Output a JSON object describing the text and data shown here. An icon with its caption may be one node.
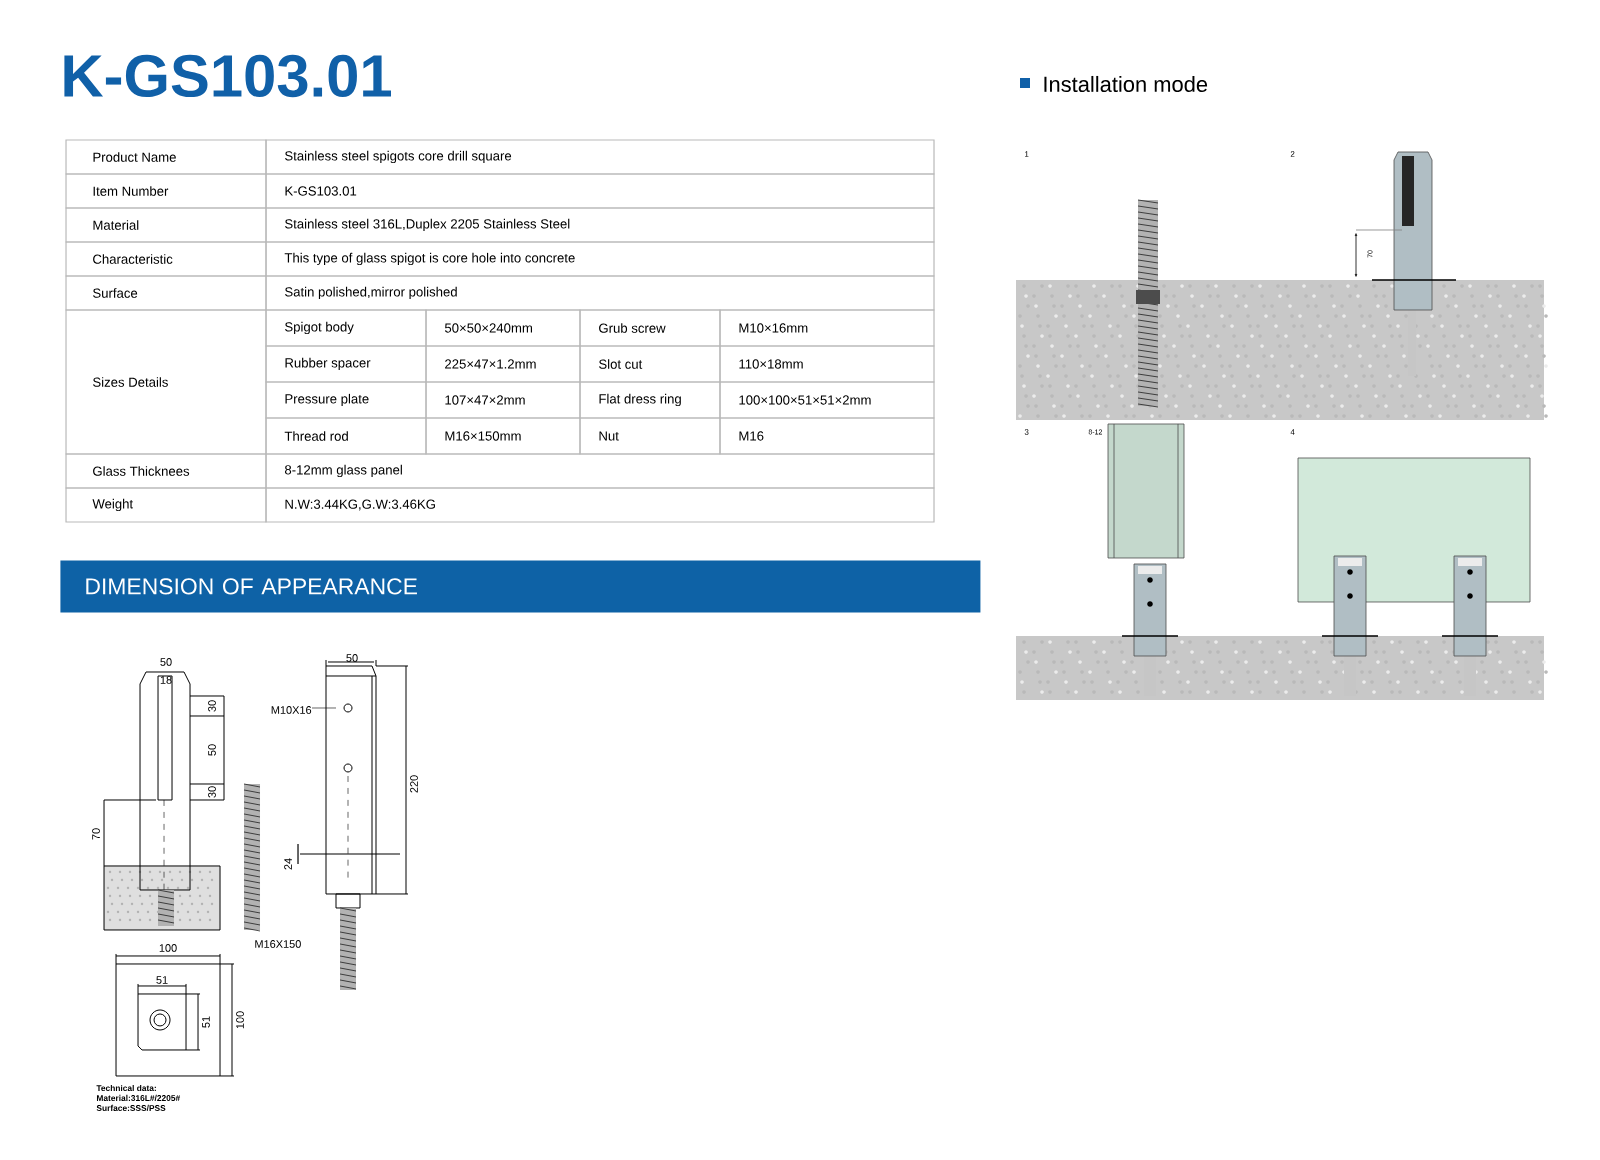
{
  "diagram": {
    "title": "K-GS103.01",
    "nodes": [
      {
        "text": [
          "DIMENSION OF APPEARANCE"
        ]
      }
    ],
    "edges": [],
    "labels": [
      "Installation mode",
      "Product Name",
      "Stainless steel spigots core drill square",
      "Item Number",
      "K-GS103.01",
      "Material",
      "Stainless steel 316L,Duplex 2205 Stainless Steel",
      "Characteristic",
      "This type of glass spigot is core hole into concrete",
      "Surface",
      "Satin polished,mirror polished",
      "Sizes Details",
      "Spigot body",
      "50×50×240mm",
      "Grub screw",
      "M10×16mm",
      "Rubber spacer",
      "225×47×1.2mm",
      "Slot cut",
      "110×18mm",
      "Pressure plate",
      "107×47×2mm",
      "Flat dress ring",
      "100×100×51×51×2mm",
      "Thread rod",
      "M16×150mm",
      "Nut",
      "M16",
      "Glass Thicknees",
      "8-12mm glass panel",
      "Weight",
      "N.W:3.44KG,G.W:3.46KG",
      "50",
      "18",
      "30",
      "50",
      "30",
      "70",
      "M16X150",
      "50",
      "M10X16",
      "220",
      "24",
      "100",
      "51",
      "51",
      "100",
      "Technical data:",
      "Material:316L#/2205#",
      "Surface:SSS/PSS",
      "1",
      "2",
      "70",
      "3",
      "8-12",
      "4"
    ]
  }
}
